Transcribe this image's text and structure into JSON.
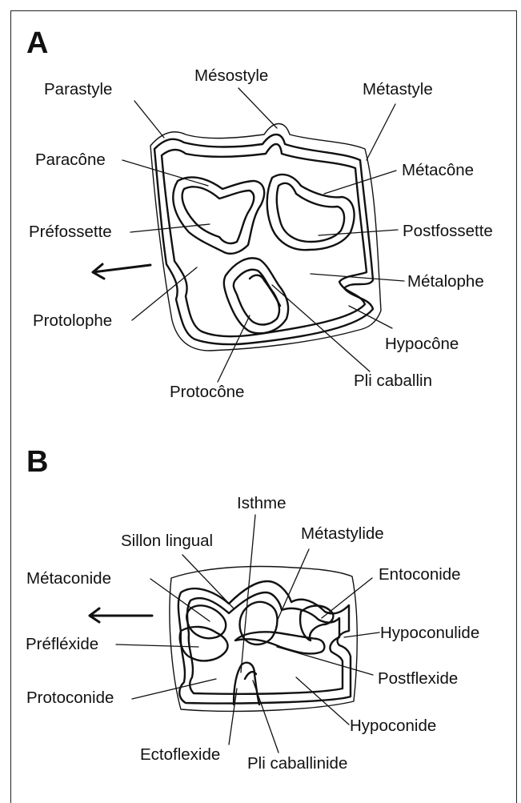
{
  "panel_a": {
    "letter": "A",
    "labels": {
      "parastyle": "Parastyle",
      "mesostyle": "Mésostyle",
      "metastyle": "Métastyle",
      "paracone": "Paracône",
      "metacone": "Métacône",
      "prefossette": "Préfossette",
      "postfossette": "Postfossette",
      "metalophe": "Métalophe",
      "protolophe": "Protolophe",
      "hypocone": "Hypocône",
      "pli_caballin": "Pli caballin",
      "protocone": "Protocône"
    }
  },
  "panel_b": {
    "letter": "B",
    "labels": {
      "isthme": "Isthme",
      "sillon_lingual": "Sillon lingual",
      "metastylide": "Métastylide",
      "metaconide": "Métaconide",
      "entoconide": "Entoconide",
      "hypoconulide": "Hypoconulide",
      "prefexide": "Préfléxide",
      "postflexide": "Postflexide",
      "protoconide": "Protoconide",
      "hypoconide": "Hypoconide",
      "ectoflexide": "Ectoflexide",
      "pli_caballinide": "Pli caballinide"
    }
  }
}
